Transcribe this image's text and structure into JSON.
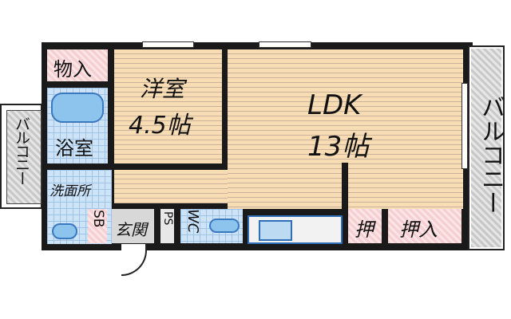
{
  "rooms": {
    "storage_top": "物入",
    "western_room": "洋室",
    "western_size": "4.5帖",
    "bath": "浴室",
    "washroom": "洗面所",
    "ldk": "LDK",
    "ldk_size": "13帖",
    "balcony_left": "バルコニー",
    "balcony_right": "バルコニー",
    "shoe_box": "SB",
    "entrance": "玄関",
    "pipe_space": "PS",
    "wc": "WC",
    "closet_small": "押",
    "closet": "押入"
  },
  "colors": {
    "floor": "#f7dcb4",
    "wet_area": "#cfe3f7",
    "storage": "#f6cfd2",
    "balcony": "#c8c8c8"
  }
}
